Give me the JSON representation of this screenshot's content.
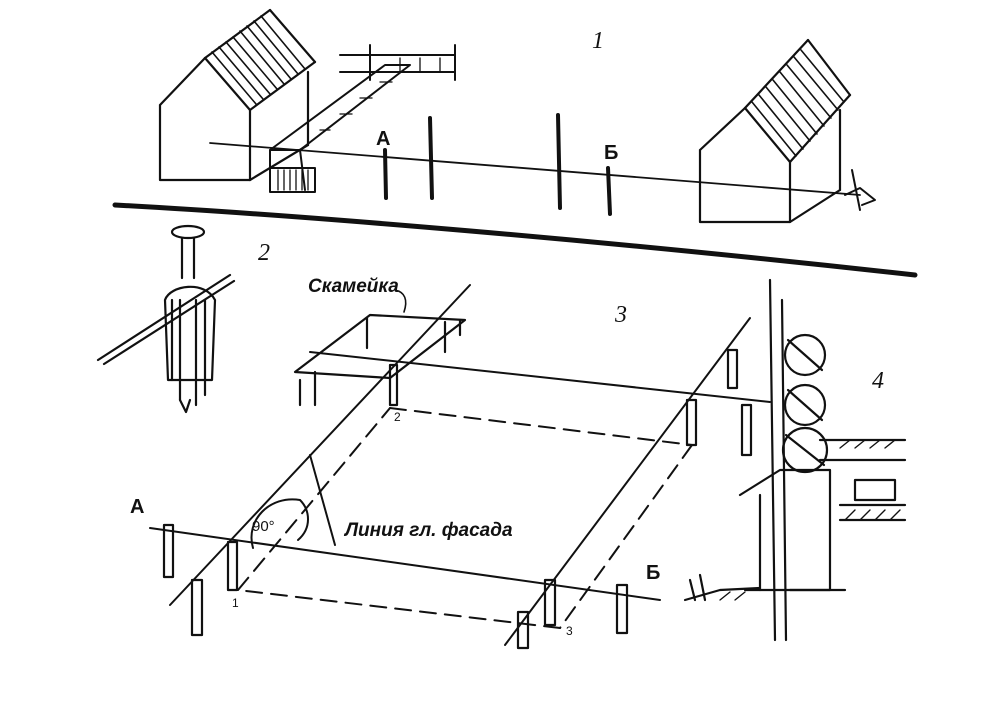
{
  "labels": {
    "fig1": "1",
    "fig2": "2",
    "fig3": "3",
    "fig4": "4",
    "top_a": "А",
    "top_b": "Б",
    "bench": "Скамейка",
    "plan_a": "А",
    "plan_b": "Б",
    "angle": "90°",
    "facade_line": "Линия гл. фасада",
    "corner_1": "1",
    "corner_2": "2",
    "corner_3": "3"
  },
  "colors": {
    "ink": "#111111",
    "paper": "#ffffff"
  }
}
